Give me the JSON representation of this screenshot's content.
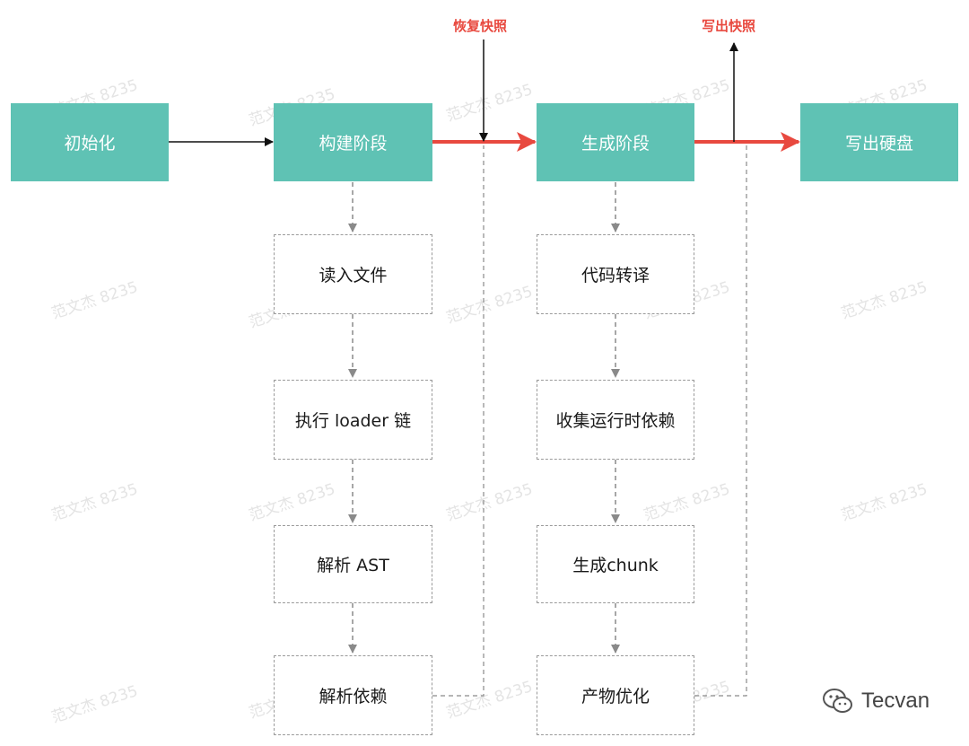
{
  "watermark_text": "范文杰 8235",
  "brand": {
    "name": "Tecvan",
    "icon": "wechat-icon"
  },
  "colors": {
    "stage": "#5fc2b4",
    "snapshot_arrow": "#e8493f",
    "dashed": "#9a9a9a"
  },
  "stages": {
    "init": "初始化",
    "build": "构建阶段",
    "generate": "生成阶段",
    "write": "写出硬盘"
  },
  "build_steps": [
    "读入文件",
    "执行 loader 链",
    "解析 AST",
    "解析依赖"
  ],
  "generate_steps": [
    "代码转译",
    "收集运行时依赖",
    "生成chunk",
    "产物优化"
  ],
  "snapshots": {
    "restore": "恢复快照",
    "write": "写出快照"
  }
}
